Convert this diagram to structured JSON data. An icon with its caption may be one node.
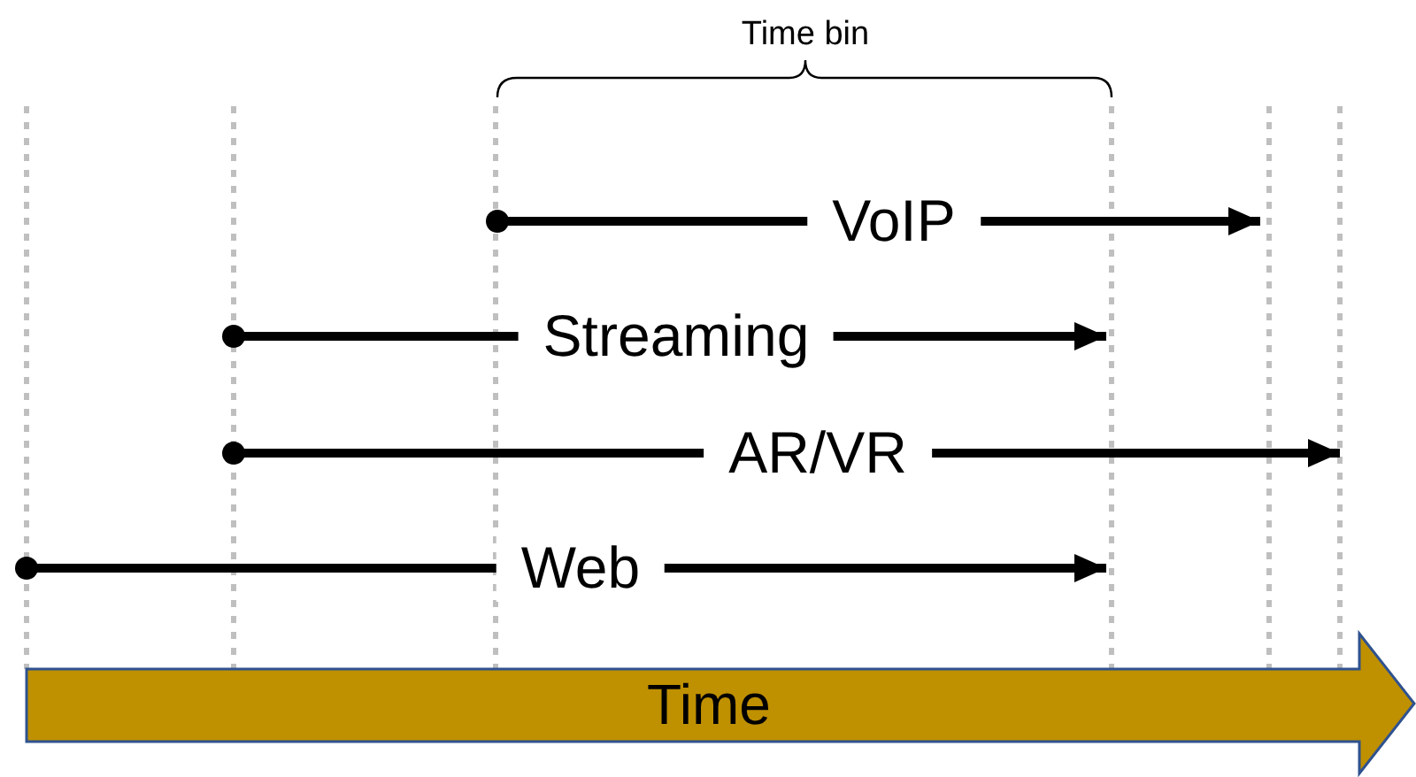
{
  "diagram": {
    "nodes": [
      {
        "text": [
          "Time"
        ]
      }
    ],
    "edges": [],
    "labels": [
      "Time bin",
      "VoIP",
      "Streaming",
      "AR/VR",
      "Web"
    ]
  }
}
